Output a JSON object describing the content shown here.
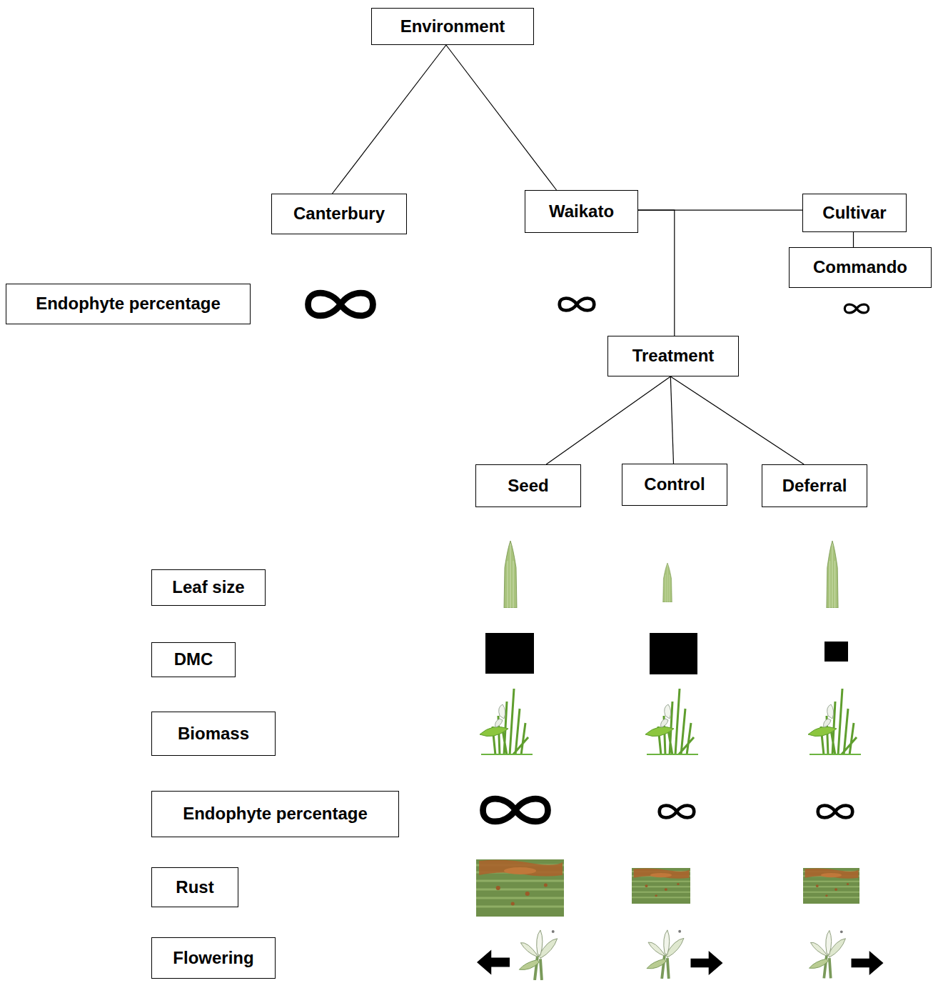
{
  "diagram": {
    "nodes": [
      {
        "text": [
          "Environment"
        ]
      },
      {
        "text": [
          "Canterbury"
        ]
      },
      {
        "text": [
          "Waikato"
        ]
      },
      {
        "text": [
          "Cultivar"
        ]
      },
      {
        "text": [
          "Commando"
        ]
      },
      {
        "text": [
          "Endophyte percentage"
        ]
      },
      {
        "text": [
          "Treatment"
        ]
      },
      {
        "text": [
          "Seed"
        ]
      },
      {
        "text": [
          "Control"
        ]
      },
      {
        "text": [
          "Deferral"
        ]
      },
      {
        "text": [
          "Leaf size"
        ]
      },
      {
        "text": [
          "DMC"
        ]
      },
      {
        "text": [
          "Biomass"
        ]
      },
      {
        "text": [
          "Endophyte percentage"
        ]
      },
      {
        "text": [
          "Rust"
        ]
      },
      {
        "text": [
          "Flowering"
        ]
      }
    ],
    "edges": [
      {
        "from": 0,
        "to": 1,
        "arrow": "none"
      },
      {
        "from": 0,
        "to": 2,
        "arrow": "none"
      },
      {
        "from": 2,
        "to": 3,
        "arrow": "none"
      },
      {
        "from": 2,
        "to": 6,
        "arrow": "none"
      },
      {
        "from": 3,
        "to": 4,
        "arrow": "none"
      },
      {
        "from": 6,
        "to": 7,
        "arrow": "none"
      },
      {
        "from": 6,
        "to": 8,
        "arrow": "none"
      },
      {
        "from": 6,
        "to": 9,
        "arrow": "none"
      }
    ]
  }
}
